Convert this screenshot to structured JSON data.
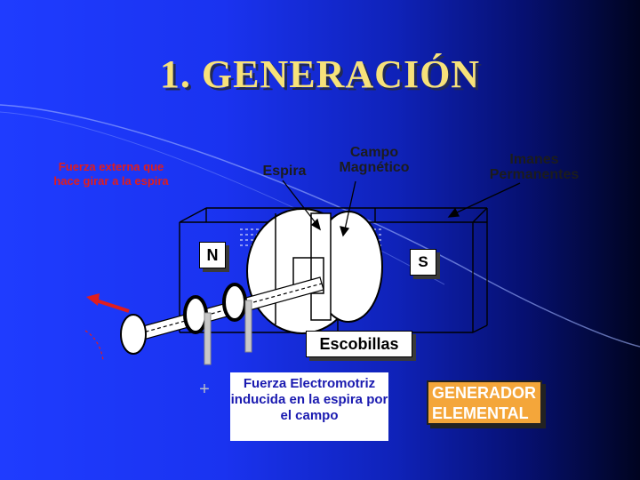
{
  "slide": {
    "title": "1. GENERACIÓN",
    "labels": {
      "fuerza_externa": "Fuerza externa que hace girar a la espira",
      "espira": "Espira",
      "campo": "Campo Magnético",
      "imanes": "Imanes Permanentes",
      "norte": "N",
      "sur": "S",
      "escobillas": "Escobillas",
      "plus": "+",
      "fem": "Fuerza Electromotriz inducida en la espira por el campo",
      "generador": "GENERADOR ELEMENTAL"
    }
  },
  "colors": {
    "title": "#f7e27a",
    "red": "#e11d1d",
    "generator_box": "#f4a63a",
    "fem_text": "#1a1ab0"
  }
}
